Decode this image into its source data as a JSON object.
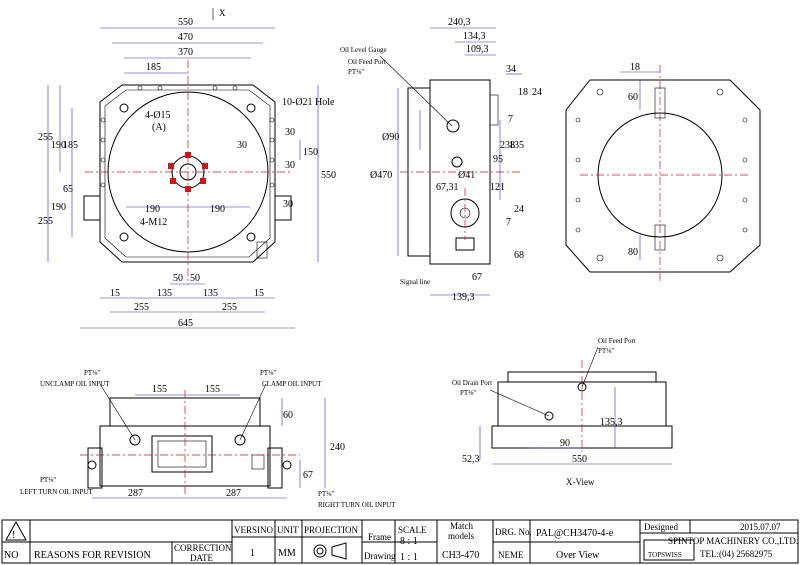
{
  "colors": {
    "outline": "#000000",
    "dimension": "#2a2ad0",
    "centerline": "#d21414",
    "fill": "#d9d9d9"
  },
  "front_view": {
    "axis_label": "X",
    "top_dims": [
      "550",
      "470",
      "370",
      "185"
    ],
    "left_dims": [
      "255",
      "255",
      "190",
      "185",
      "65",
      "190"
    ],
    "right_dims": [
      "550",
      "150",
      "30",
      "30",
      "30"
    ],
    "inner_dims": [
      "30",
      "190",
      "190"
    ],
    "bottom_dims": [
      "50",
      "50",
      "15",
      "135",
      "135",
      "15",
      "255",
      "255",
      "645"
    ],
    "notes": [
      "4-Ø15",
      "(A)",
      "4-M12",
      "10-Ø21 Hole"
    ]
  },
  "side_view": {
    "top_dims": [
      "240,3",
      "134,3",
      "109,3",
      "34",
      "18",
      "24",
      "7",
      "67,31",
      "238",
      "95",
      "135",
      "121",
      "24",
      "7",
      "68",
      "67",
      "139,3"
    ],
    "dia_dims": [
      "Ø90",
      "Ø470",
      "Ø41"
    ],
    "labels": [
      "Oil Level Gauge",
      "Oil Feed Port",
      "Signal line"
    ],
    "pt": [
      "PT⅛\""
    ]
  },
  "plate_view": {
    "dims": [
      "18",
      "60",
      "80"
    ]
  },
  "bottom_view": {
    "dims": [
      "155",
      "155",
      "60",
      "240",
      "287",
      "287",
      "67"
    ],
    "labels": [
      "UNCLAMP OIL INPUT",
      "CLAMP OIL INPUT",
      "LEFT TURN OIL INPUT",
      "RIGHT TURN OIL INPUT"
    ],
    "pt": [
      "PT⅛\"",
      "PT⅛\"",
      "PT⅛\"",
      "PT⅛\""
    ]
  },
  "x_view": {
    "labels": [
      "Oil Feed Port",
      "Oil Drain Port",
      "X-View"
    ],
    "pt": [
      "PT⅛\"",
      "PT⅛\""
    ],
    "dims": [
      "135,3",
      "90",
      "52,3",
      "550"
    ]
  },
  "title_block": {
    "no": "NO",
    "reasons": "REASONS FOR REVISION",
    "correction": "CORRECTION",
    "date": "DATE",
    "versino": "VERSINO",
    "version_value": "1",
    "unit": "UNIT",
    "unit_value": "MM",
    "projection": "PROJECTION",
    "scale": "SCALE",
    "frame": "Frame",
    "frame_value": "8 : 1",
    "drawing": "Drawing",
    "drawing_value": "1 : 1",
    "match": "Match",
    "models": "models",
    "model_value": "CH3-470",
    "drg_no": "DRG. No.",
    "drg_value": "PAL@CH3470-4-e",
    "name": "NEME",
    "name_value": "Over View",
    "designed": "Designed",
    "date_value": "2015.07.07",
    "company": "SPINTOP MACHINERY CO.,LTD.",
    "tel": "TEL:(04) 25682975",
    "logo": "TOPSWISS"
  }
}
